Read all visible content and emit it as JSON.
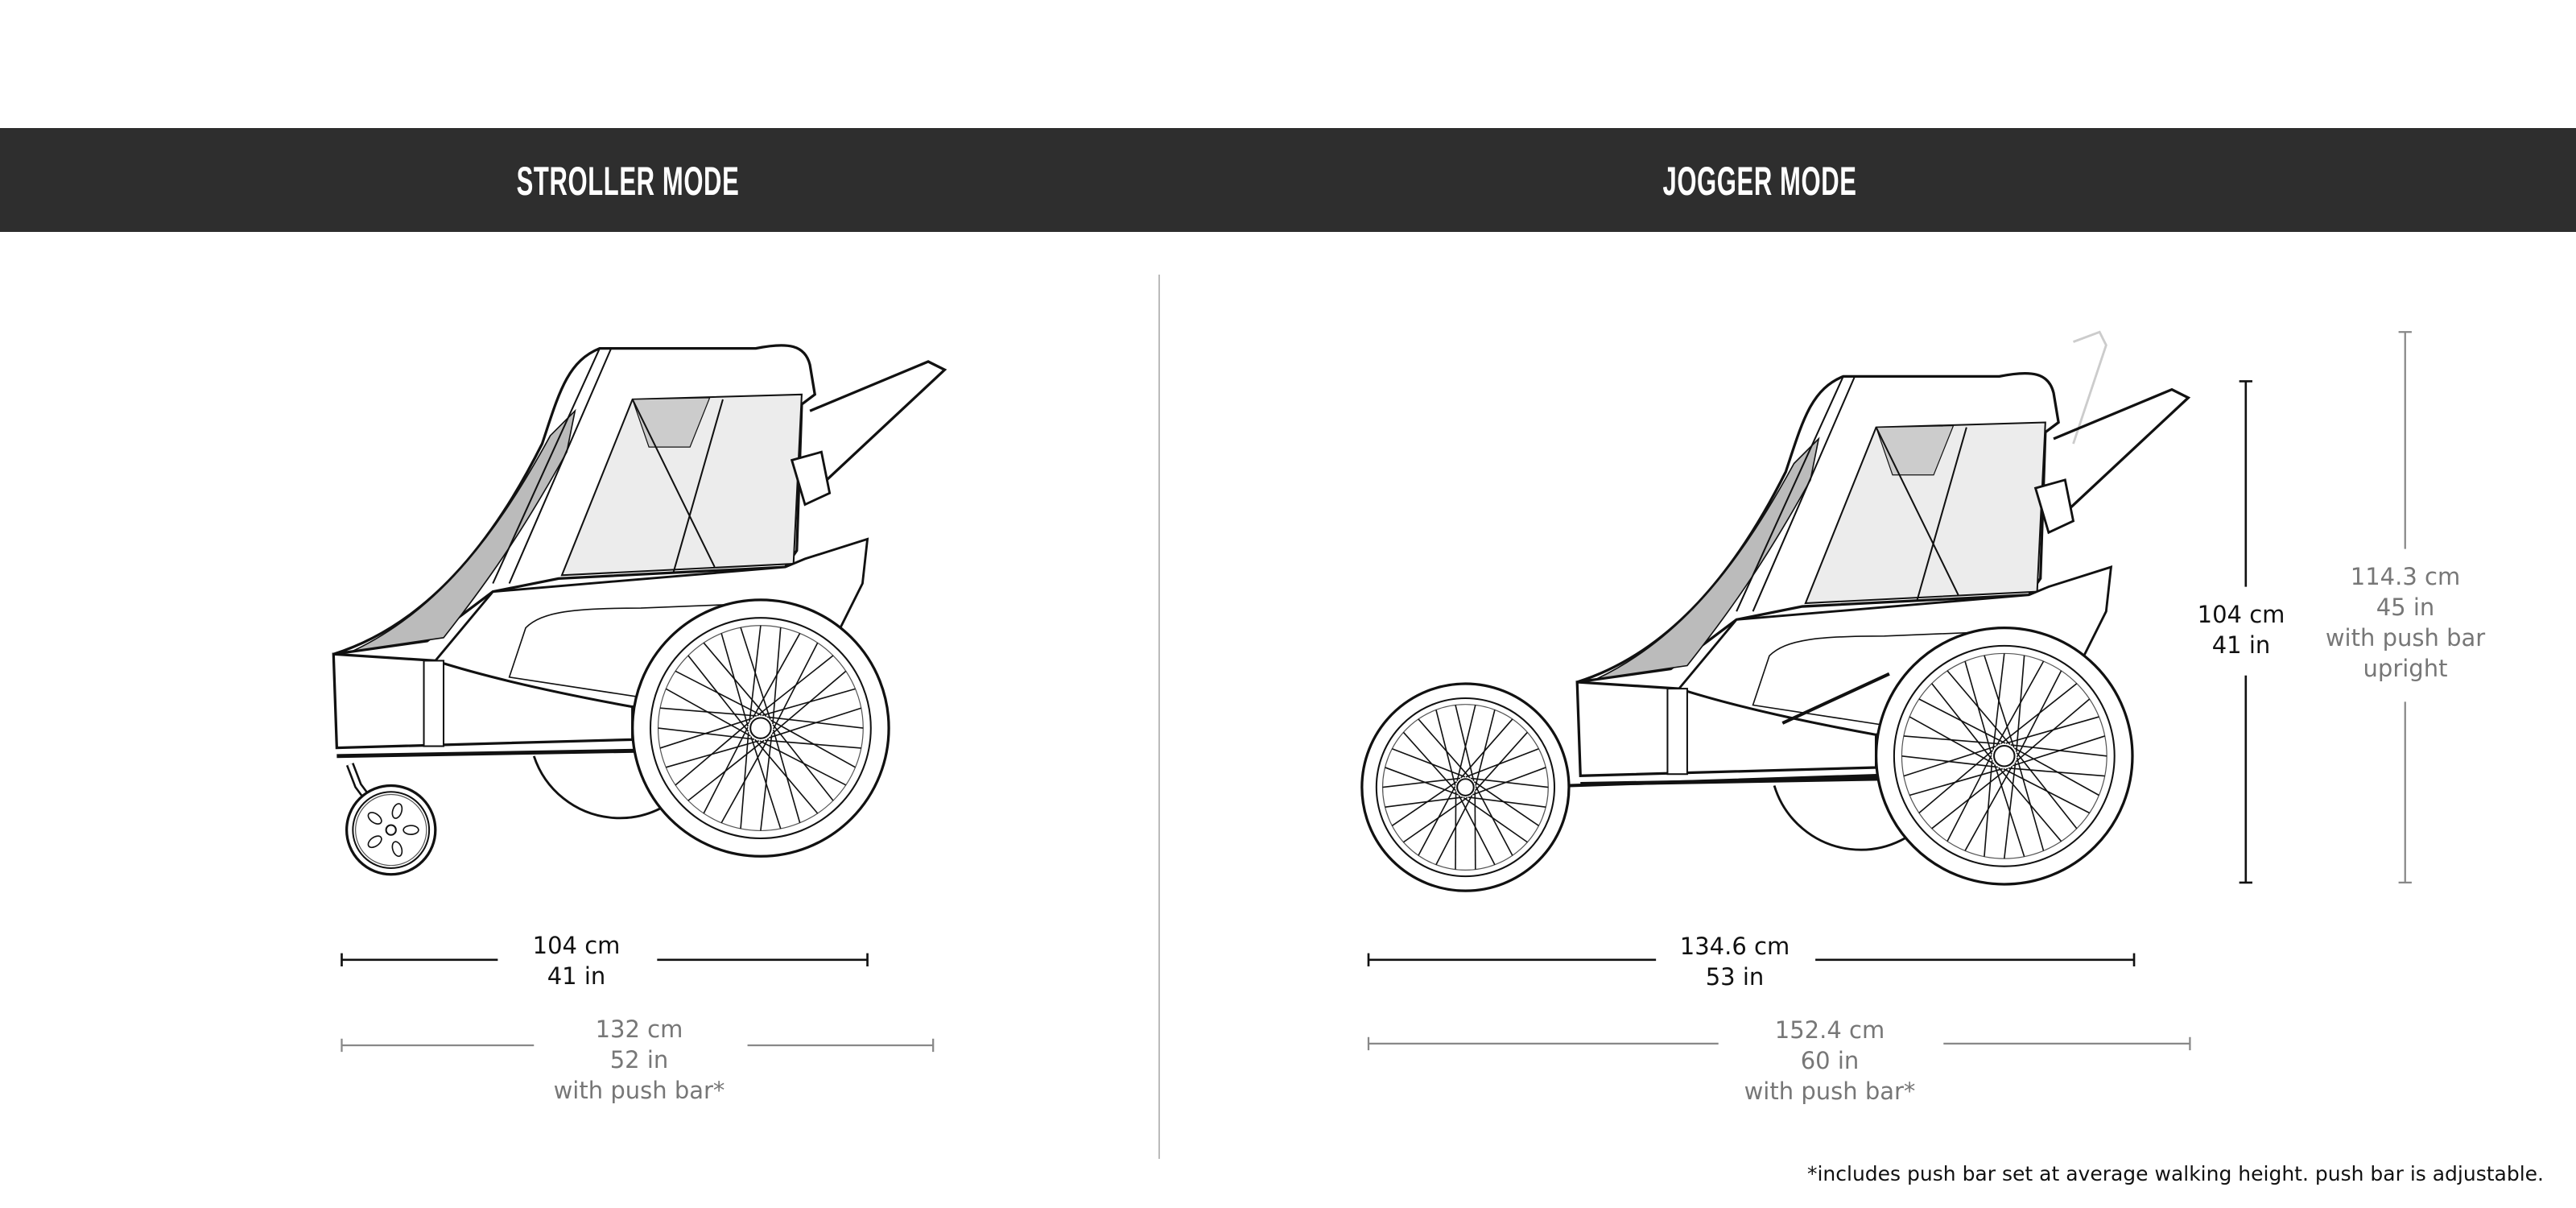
{
  "header": {
    "stroller_title": "STROLLER MODE",
    "jogger_title": "JOGGER MODE"
  },
  "stroller": {
    "length": {
      "cm": "104 cm",
      "in": "41 in"
    },
    "length_push_bar": {
      "cm": "132 cm",
      "in": "52 in",
      "note": "with push bar*"
    }
  },
  "jogger": {
    "length": {
      "cm": "134.6 cm",
      "in": "53 in"
    },
    "length_push_bar": {
      "cm": "152.4 cm",
      "in": "60 in",
      "note": "with push bar*"
    },
    "height": {
      "cm": "104 cm",
      "in": "41 in"
    },
    "height_push_bar": {
      "cm": "114.3 cm",
      "in": "45 in",
      "note1": "with push bar",
      "note2": "upright"
    }
  },
  "footnote": "*includes push bar set at average walking height. push bar is adjustable.",
  "colors": {
    "band": "#2e2e2e",
    "dark_dim": "#111111",
    "grey_dim": "#777777",
    "mesh": "#ececec"
  }
}
